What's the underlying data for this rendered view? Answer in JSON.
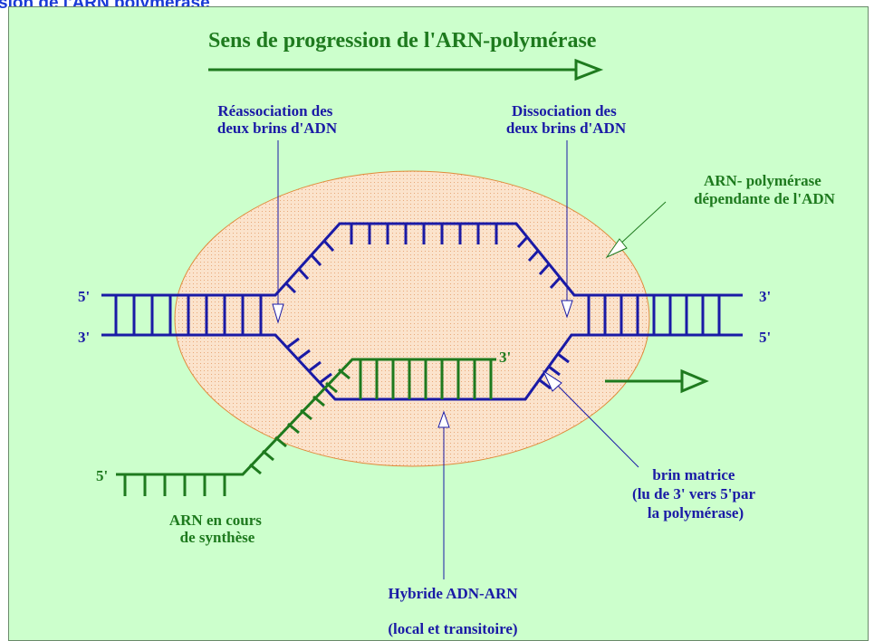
{
  "page_title": "sion de l'ARN polymérase",
  "diagram": {
    "title": "Sens de progression de l'ARN-polymérase",
    "labels": {
      "reassociation": [
        "Réassociation des",
        "deux brins d'ADN"
      ],
      "dissociation": [
        "Dissociation des",
        "deux brins d'ADN"
      ],
      "polymerase": [
        "ARN- polymérase",
        "dépendante de l'ADN"
      ],
      "brin_matrice": [
        "brin matrice",
        "(lu de 3'  vers 5'par",
        "la polymérase)"
      ],
      "arn_synthese": [
        "ARN en cours",
        "de synthèse"
      ],
      "hybride": "Hybride ADN-ARN",
      "hybride_note": "(local et transitoire)"
    },
    "ends": {
      "left_top": "5'",
      "left_bottom": "3'",
      "right_top": "3'",
      "right_bottom": "5'",
      "rna_3prime": "3'",
      "rna_5prime": "5'"
    },
    "colors": {
      "background": "#ccffcc",
      "dna": "#1a1aa6",
      "rna": "#1e7a1e",
      "polymerase_fill": "#fbe3cc",
      "polymerase_edge": "#e08a3a",
      "title_blue": "#1a3ad6"
    }
  }
}
